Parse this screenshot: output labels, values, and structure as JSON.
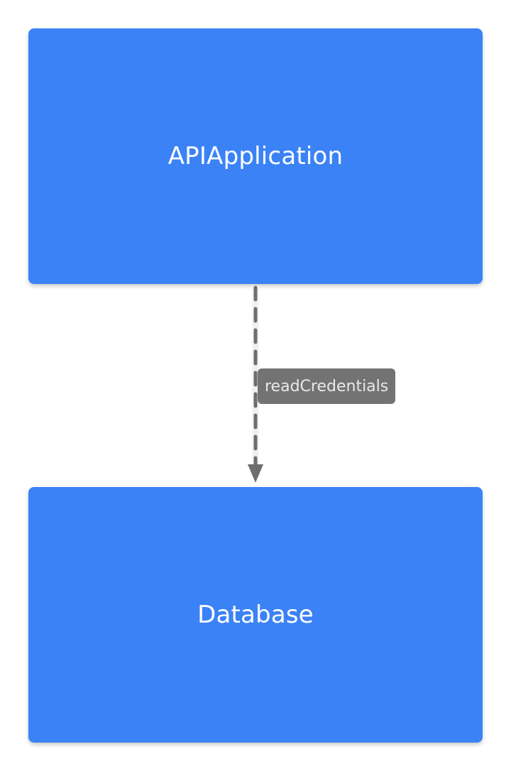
{
  "nodes": {
    "source": {
      "label": "APIApplication",
      "color": "#3b82f6"
    },
    "target": {
      "label": "Database",
      "color": "#3b82f6"
    }
  },
  "edge": {
    "label": "readCredentials",
    "style": "dashed",
    "color": "#6e6e6e"
  }
}
